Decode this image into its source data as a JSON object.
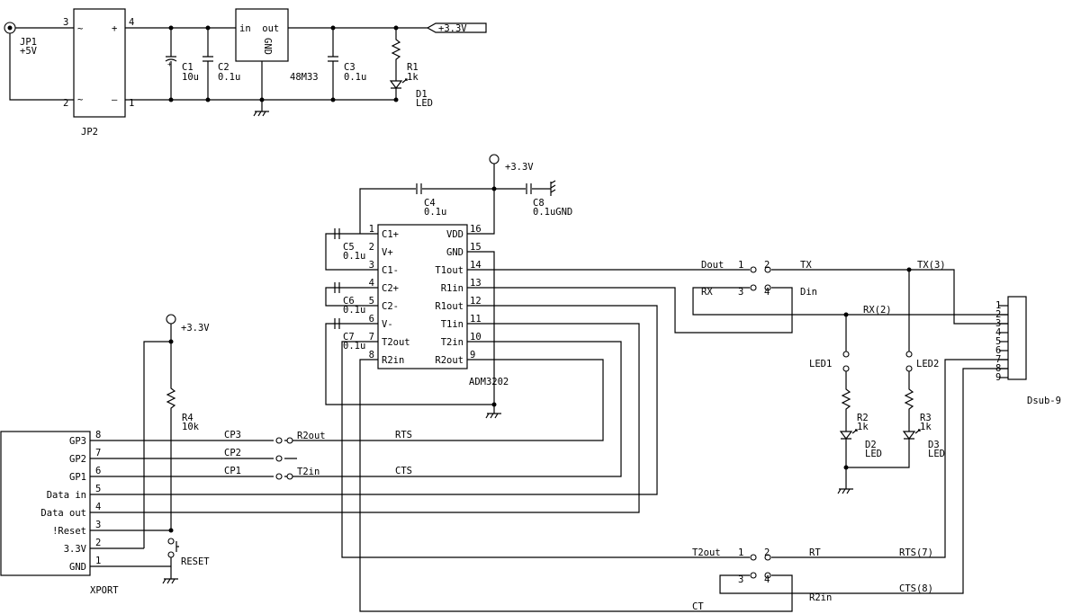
{
  "jp1": {
    "name": "JP1",
    "value": "+5V"
  },
  "jp2": {
    "name": "JP2",
    "pin3": "3",
    "pin4": "4",
    "pin2": "2",
    "pin1": "1",
    "plus": "+",
    "minus": "–",
    "tilde": "~"
  },
  "c1": {
    "name": "C1",
    "value": "10u"
  },
  "c2": {
    "name": "C2",
    "value": "0.1u"
  },
  "c3": {
    "name": "C3",
    "value": "0.1u"
  },
  "reg": {
    "in_out": "in  out",
    "gnd": "GND",
    "part": "48M33"
  },
  "r1": {
    "name": "R1",
    "value": "1k"
  },
  "d1": {
    "name": "D1",
    "value": "LED"
  },
  "v33": "+3.3V",
  "c4": {
    "name": "C4",
    "value": "0.1u"
  },
  "c8": {
    "name": "C8",
    "value": "0.1uGND"
  },
  "c5": {
    "name": "C5",
    "value": "0.1u"
  },
  "c6": {
    "name": "C6",
    "value": "0.1u"
  },
  "c7": {
    "name": "C7",
    "value": "0.1u"
  },
  "adm": {
    "name": "ADM3202",
    "left_nums": [
      "1",
      "2",
      "3",
      "4",
      "5",
      "6",
      "7",
      "8"
    ],
    "left_names": [
      "C1+",
      "V+",
      "C1-",
      "C2+",
      "C2-",
      "V-",
      "T2out",
      "R2in"
    ],
    "right_nums": [
      "16",
      "15",
      "14",
      "13",
      "12",
      "11",
      "10",
      "9"
    ],
    "right_names": [
      "VDD",
      "GND",
      "T1out",
      "R1in",
      "R1out",
      "T1in",
      "T2in",
      "R2out"
    ]
  },
  "r4": {
    "name": "R4",
    "value": "10k"
  },
  "reset": "RESET",
  "xport": {
    "name": "XPORT",
    "pin_names": [
      "GP3",
      "GP2",
      "GP1",
      "Data in",
      "Data out",
      "!Reset",
      "3.3V",
      "GND"
    ],
    "pin_nums": [
      "8",
      "7",
      "6",
      "5",
      "4",
      "3",
      "2",
      "1"
    ]
  },
  "nets": {
    "cp3": "CP3",
    "cp2": "CP2",
    "cp1": "CP1",
    "r2out": "R2out",
    "t2in": "T2in",
    "rts": "RTS",
    "cts": "CTS",
    "dout": "Dout",
    "tx": "TX",
    "rx": "RX",
    "din": "Din",
    "tx3": "TX(3)",
    "rx2": "RX(2)",
    "t2out": "T2out",
    "rt": "RT",
    "rts7": "RTS(7)",
    "r2in": "R2in",
    "cts8": "CTS(8)",
    "ct": "CT",
    "one": "1",
    "two": "2",
    "three": "3",
    "four": "4"
  },
  "led1": "LED1",
  "led2": "LED2",
  "r2": {
    "name": "R2",
    "value": "1k"
  },
  "r3": {
    "name": "R3",
    "value": "1k"
  },
  "d2": {
    "name": "D2",
    "value": "LED"
  },
  "d3": {
    "name": "D3",
    "value": "LED"
  },
  "dsub": {
    "name": "Dsub-9",
    "pins": [
      "1",
      "2",
      "3",
      "4",
      "5",
      "6",
      "7",
      "8",
      "9"
    ]
  }
}
